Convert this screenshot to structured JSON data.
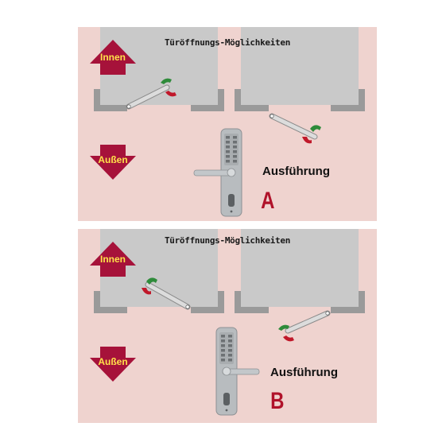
{
  "panels": [
    {
      "title": "Türöffnungs-Möglichkeiten",
      "inside_label": "Innen",
      "outside_label": "Außen",
      "variant_label": "Ausführung",
      "variant_letter": "A"
    },
    {
      "title": "Türöffnungs-Möglichkeiten",
      "inside_label": "Innen",
      "outside_label": "Außen",
      "variant_label": "Ausführung",
      "variant_letter": "B"
    }
  ],
  "colors": {
    "background": "#efd3cf",
    "wall": "#c9c9c9",
    "frame": "#9a9a9a",
    "arrow": "#a6123a",
    "arrow_text": "#ffe24a",
    "handle_green": "#2e8b3a",
    "handle_red": "#c0182a",
    "letter": "#b0122a"
  },
  "icons": [
    "arrow-up-innen-icon",
    "arrow-down-aussen-icon",
    "door-leaf-icon",
    "keypad-lock-icon"
  ]
}
